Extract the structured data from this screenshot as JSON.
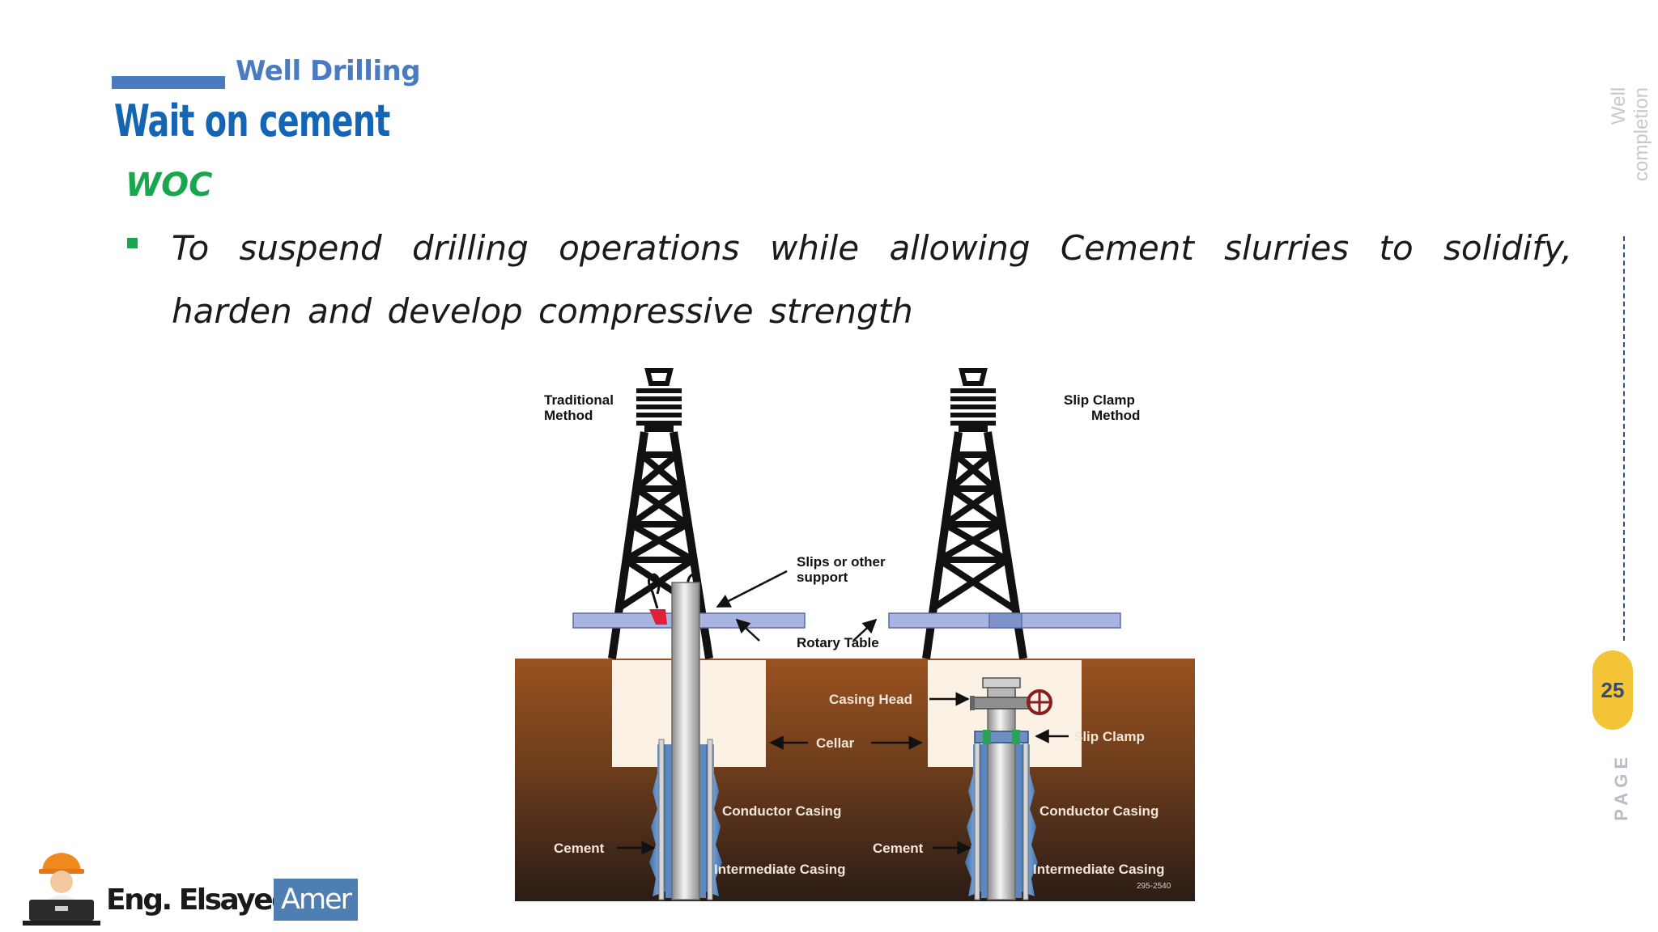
{
  "slide": {
    "subtitle": "Well Drilling",
    "title": "Wait on cement",
    "heading": "WOC",
    "bullet": "To suspend drilling operations while allowing Cement slurries to solidify, harden and develop compressive strength"
  },
  "sidebar": {
    "section_label": "Well completion",
    "page_number": "25",
    "page_label": "PAGE"
  },
  "diagram": {
    "left_method": [
      "Traditional",
      "Method"
    ],
    "right_method": [
      "Slip Clamp",
      "Method"
    ],
    "slips_label": [
      "Slips or other",
      "support"
    ],
    "rotary_table": "Rotary Table",
    "casing_head": "Casing Head",
    "cellar": "Cellar",
    "slip_clamp": "Slip Clamp",
    "conductor_casing": "Conductor Casing",
    "cement": "Cement",
    "intermediate_casing": "Intermediate Casing",
    "figure_code": "295-2540"
  },
  "footer": {
    "author_first": "Eng. Elsayed",
    "author_last": "Amer"
  },
  "colors": {
    "title_blue": "#1565b5",
    "subtitle_blue": "#4a7ac0",
    "heading_green": "#19a74e",
    "page_badge": "#f3c536",
    "soil_top": "#9a5220",
    "cement_blue": "#4e80b8"
  }
}
